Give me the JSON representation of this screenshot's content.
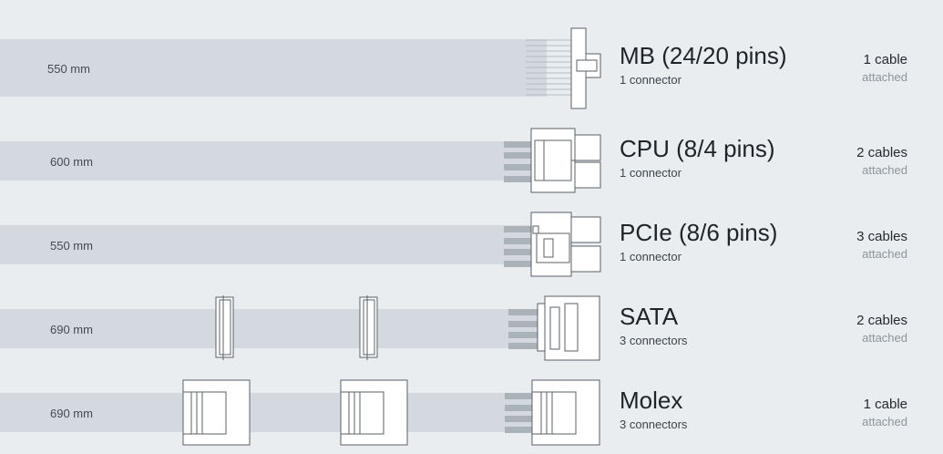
{
  "rows": [
    {
      "length": "550 mm",
      "title": "MB (24/20 pins)",
      "connectors": "1 connector",
      "cables": "1 cable",
      "status": "attached",
      "icon": "mb-connector-icon"
    },
    {
      "length": "600 mm",
      "title": "CPU (8/4 pins)",
      "connectors": "1 connector",
      "cables": "2 cables",
      "status": "attached",
      "icon": "cpu-connector-icon"
    },
    {
      "length": "550 mm",
      "title": "PCIe (8/6 pins)",
      "connectors": "1 connector",
      "cables": "3 cables",
      "status": "attached",
      "icon": "pcie-connector-icon"
    },
    {
      "length": "690 mm",
      "title": "SATA",
      "connectors": "3 connectors",
      "cables": "2 cables",
      "status": "attached",
      "icon": "sata-connector-icon"
    },
    {
      "length": "690 mm",
      "title": "Molex",
      "connectors": "3 connectors",
      "cables": "1 cable",
      "status": "attached",
      "icon": "molex-connector-icon"
    }
  ],
  "colors": {
    "background": "#eaedf0",
    "cable_band": "#d3d9df",
    "wire": "#aab2ba",
    "outline": "#5a6067"
  }
}
